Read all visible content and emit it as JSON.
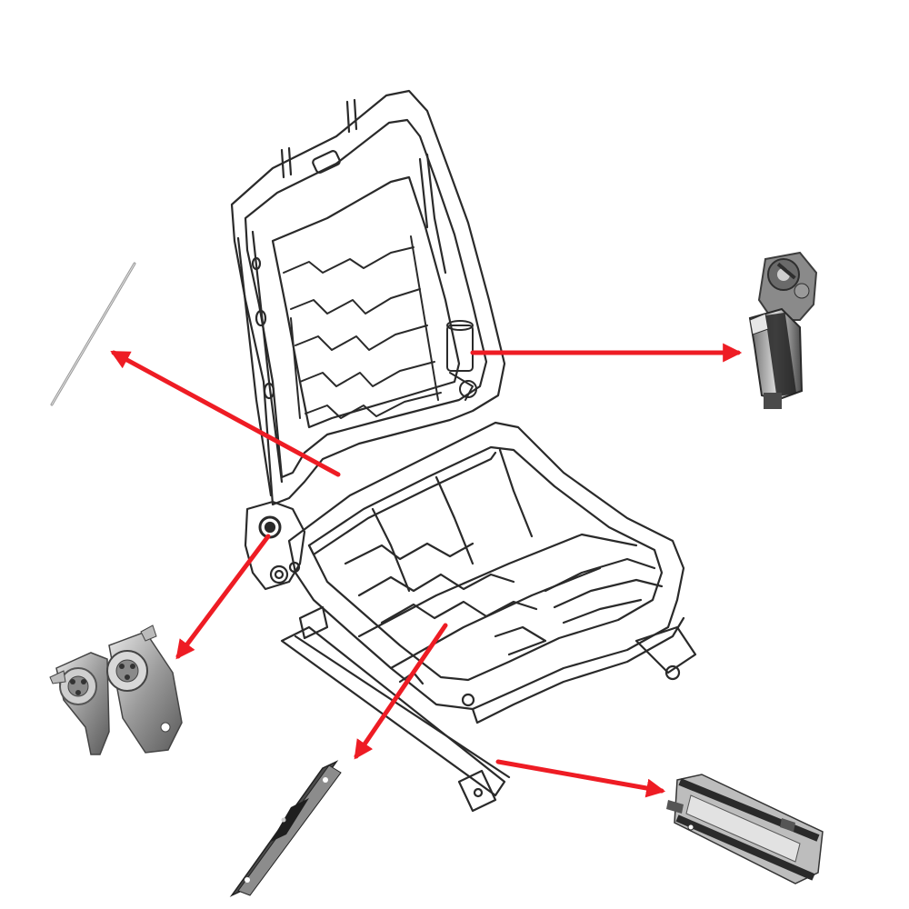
{
  "diagram": {
    "subject": "seat-frame",
    "parts": [
      {
        "id": "cable",
        "icon": "cable-rod-icon"
      },
      {
        "id": "recliner-motor",
        "icon": "gear-motor-icon"
      },
      {
        "id": "recliner-hinges",
        "icon": "recliner-hinge-icon"
      },
      {
        "id": "slide-track",
        "icon": "slide-track-icon"
      },
      {
        "id": "rail-assembly",
        "icon": "rail-assembly-icon"
      }
    ]
  },
  "colors": {
    "arrow": "#ee1c24",
    "line": "#2a2a2a",
    "background": "#ffffff",
    "metal_dark": "#3d3d3d",
    "metal_light": "#b9b9b9"
  }
}
